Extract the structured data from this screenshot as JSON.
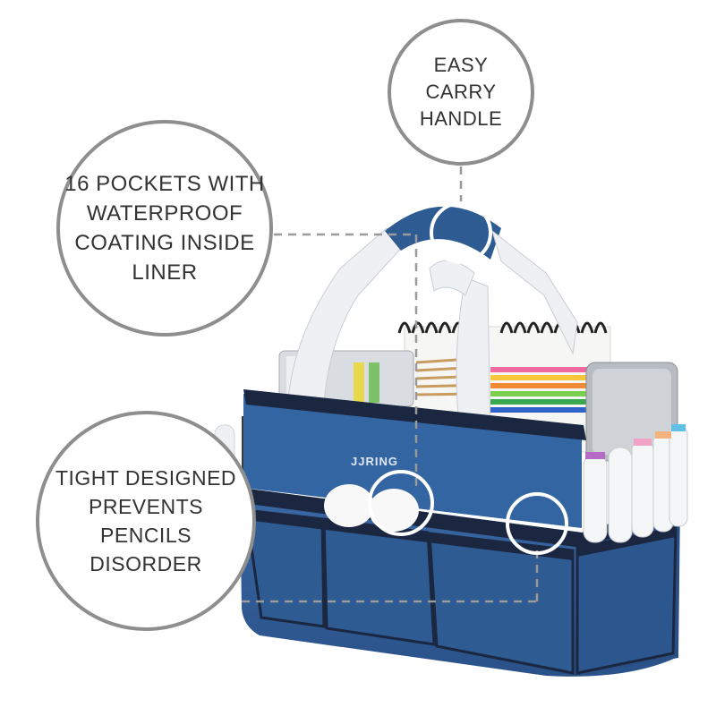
{
  "callouts": {
    "handle": "EASY CARRY HANDLE",
    "pockets": "16 POCKETS WITH WATERPROOF COATING INSIDE LINER",
    "tight": "TIGHT DESIGNED PREVENTS PENCILS DISORDER"
  },
  "product": {
    "brand_label": "JJRING"
  },
  "colors": {
    "bag_blue": "#2f5b93",
    "bag_dark": "#1e3a63",
    "trim": "#1b2740",
    "strap": "#eef0f4",
    "circle_border": "#8e8e8e",
    "dashed_line": "#9a9a9a"
  }
}
